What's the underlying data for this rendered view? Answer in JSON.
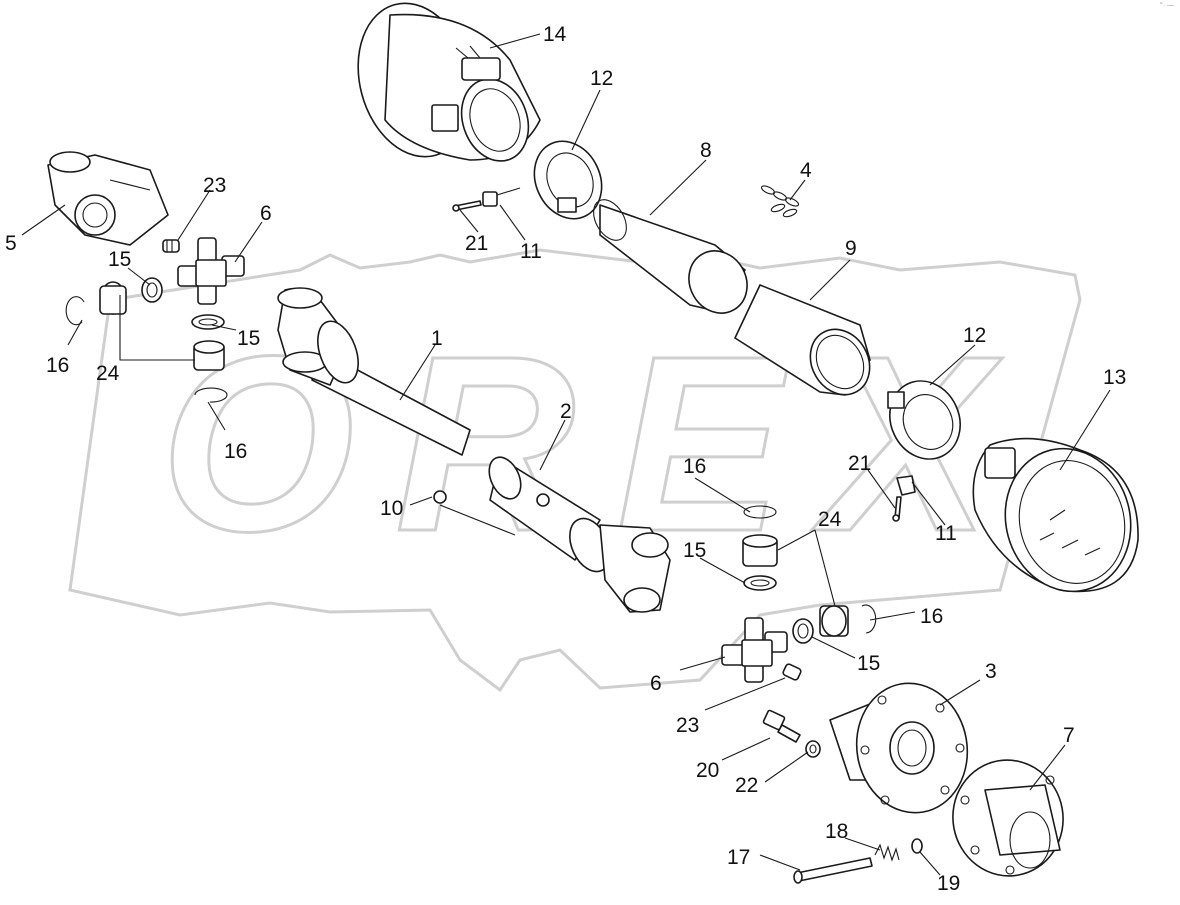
{
  "watermark": {
    "text": "OREX",
    "color": "#cfcfcf"
  },
  "corner_mark": "°· —",
  "callouts": [
    "1",
    "2",
    "3",
    "4",
    "5",
    "6",
    "6",
    "7",
    "8",
    "9",
    "10",
    "11",
    "11",
    "12",
    "12",
    "13",
    "14",
    "15",
    "15",
    "15",
    "15",
    "16",
    "16",
    "16",
    "16",
    "17",
    "18",
    "19",
    "20",
    "21",
    "21",
    "22",
    "23",
    "23",
    "24",
    "24"
  ]
}
